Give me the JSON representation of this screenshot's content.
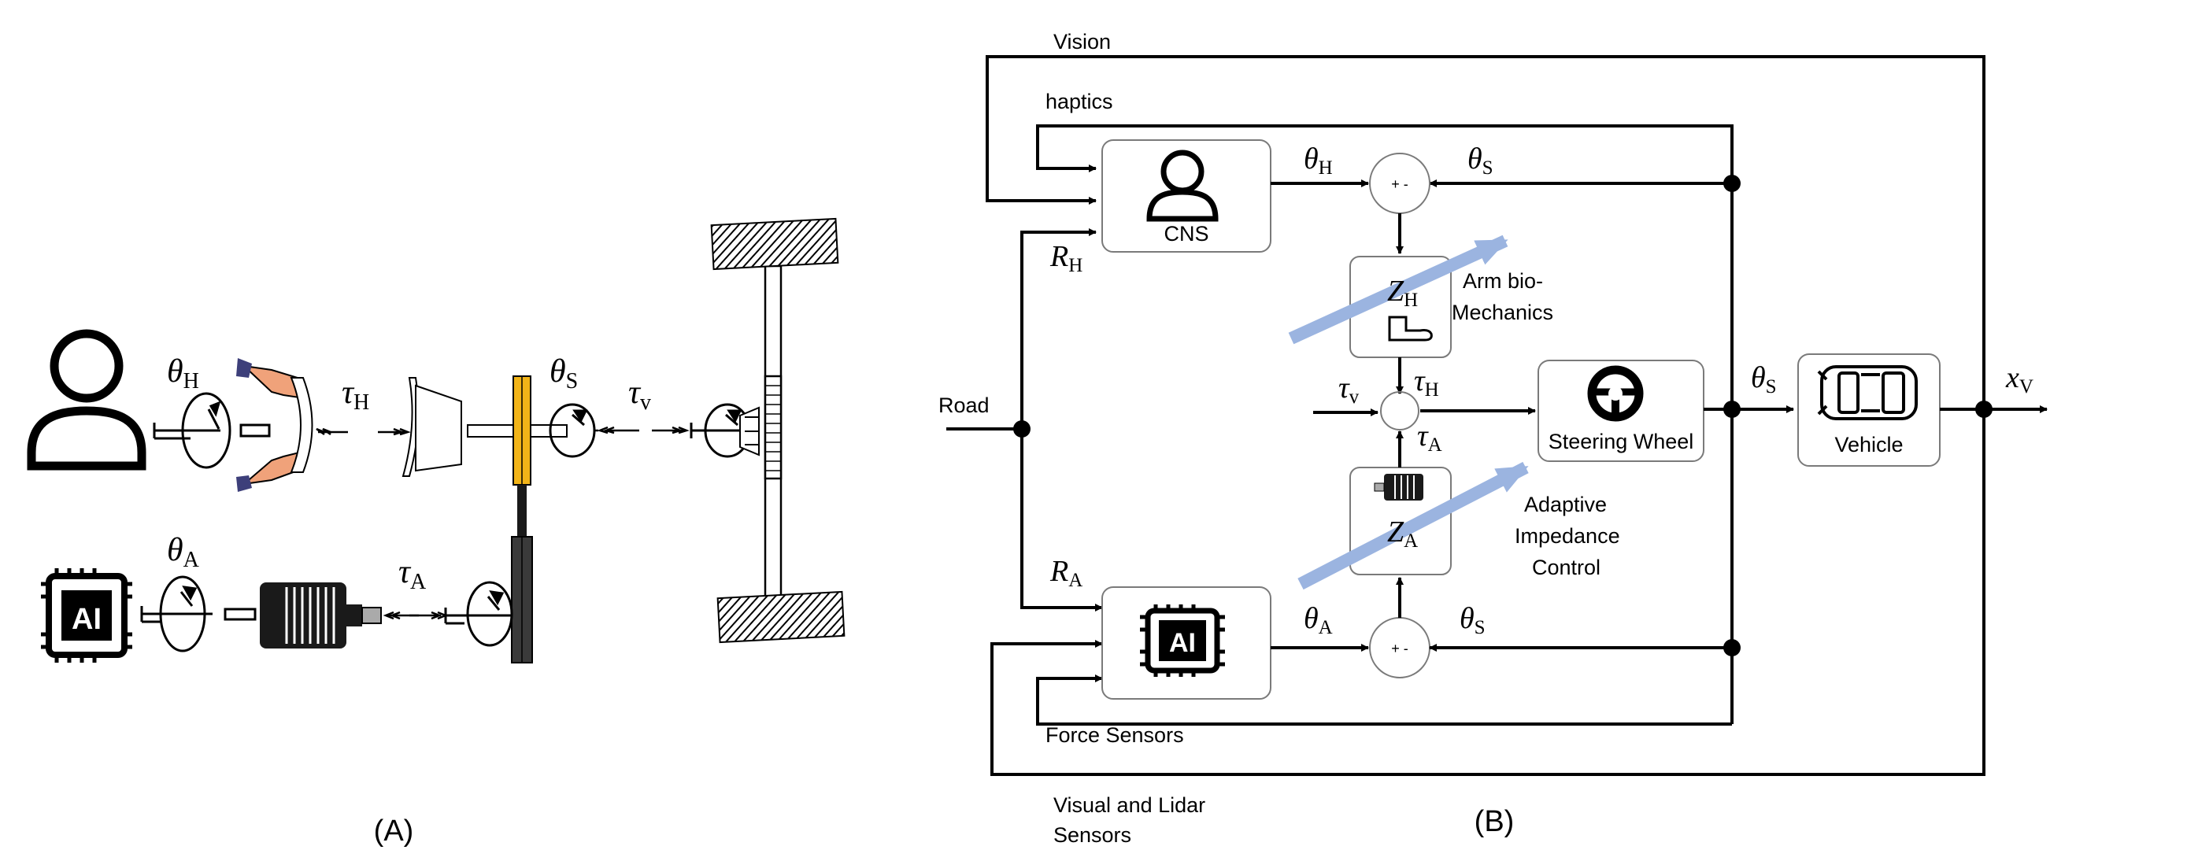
{
  "panel_a": {
    "caption": "(A)",
    "theta_h": {
      "sym": "θ",
      "sub": "H"
    },
    "theta_a": {
      "sym": "θ",
      "sub": "A"
    },
    "theta_s": {
      "sym": "θ",
      "sub": "S"
    },
    "tau_h": {
      "sym": "τ",
      "sub": "H"
    },
    "tau_a": {
      "sym": "τ",
      "sub": "A"
    },
    "tau_v": {
      "sym": "τ",
      "sub": "v"
    },
    "ai_chip_text": "AI"
  },
  "panel_b": {
    "caption": "(B)",
    "vision": "Vision",
    "haptics": "haptics",
    "road": "Road",
    "force_sensors": "Force Sensors",
    "visual_lidar_1": "Visual and Lidar",
    "visual_lidar_2": "Sensors",
    "cns": "CNS",
    "ai_chip_text": "AI",
    "arm_bio_1": "Arm bio-",
    "arm_bio_2": "Mechanics",
    "adaptive_1": "Adaptive",
    "adaptive_2": "Impedance",
    "adaptive_3": "Control",
    "steering_wheel": "Steering Wheel",
    "vehicle": "Vehicle",
    "sum_top": "+ -",
    "sum_bottom": "+ -",
    "theta_h": {
      "sym": "θ",
      "sub": "H"
    },
    "theta_s_top": {
      "sym": "θ",
      "sub": "S"
    },
    "theta_a": {
      "sym": "θ",
      "sub": "A"
    },
    "theta_s_bottom": {
      "sym": "θ",
      "sub": "S"
    },
    "theta_s_out": {
      "sym": "θ",
      "sub": "S"
    },
    "r_h": {
      "sym": "R",
      "sub": "H"
    },
    "r_a": {
      "sym": "R",
      "sub": "A"
    },
    "z_h": {
      "sym": "Z",
      "sub": "H"
    },
    "z_a": {
      "sym": "Z",
      "sub": "A"
    },
    "tau_v": {
      "sym": "τ",
      "sub": "v"
    },
    "tau_h": {
      "sym": "τ",
      "sub": "H"
    },
    "tau_a": {
      "sym": "τ",
      "sub": "A"
    },
    "x_v": {
      "sym": "x",
      "sub": "V"
    }
  },
  "colors": {
    "line": "#000000",
    "arrow_blue": "#9bb4e0",
    "gear_yellow": "#f2b418",
    "hand_skin": "#f0a27a",
    "sleeve_blue": "#3d3f7a",
    "motor_dark": "#1a1a1a",
    "box_border": "#7a7a7a"
  }
}
